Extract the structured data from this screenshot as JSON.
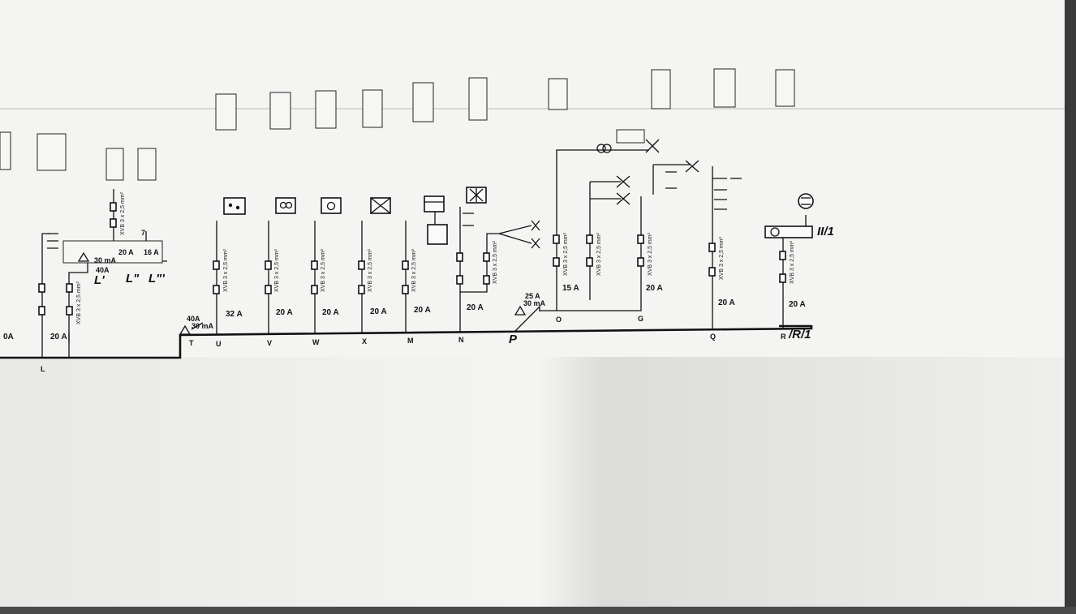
{
  "bus": {
    "circuits": [
      "L",
      "T",
      "U",
      "V",
      "W",
      "X",
      "M",
      "N",
      "P",
      "O",
      "G",
      "Q",
      "R"
    ],
    "end_marker": "/R/1"
  },
  "ratings": {
    "left_a": "0A",
    "l": "20 A",
    "u": "32 A",
    "v": "20 A",
    "w": "20 A",
    "x": "20 A",
    "m": "20 A",
    "n": "20 A",
    "o": "15 A",
    "g": "20 A",
    "q": "20 A",
    "r": "20 A"
  },
  "rcd": {
    "t_rating": "40A",
    "t_sens": "30 mA",
    "p_rating": "25 A",
    "p_sens": "30 mA",
    "l_rating": "40A",
    "l_sens": "30 mA",
    "l_sub_a": "20 A",
    "l_sub_b": "16 A"
  },
  "sub_labels": {
    "l1": "L'",
    "l2": "L\"",
    "l3": "L\"'"
  },
  "cable": "XVB 3 x 2,5 mm²",
  "r_symbol": "II/1",
  "sub_number": "7"
}
